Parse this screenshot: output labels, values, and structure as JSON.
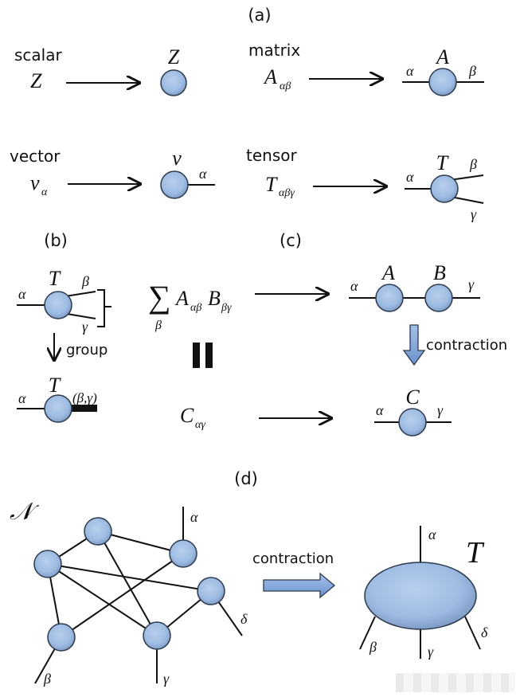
{
  "panels": {
    "a": {
      "label": "(a)",
      "scalar": {
        "caption": "scalar",
        "symbol": "Z",
        "node_label": "Z"
      },
      "matrix": {
        "caption": "matrix",
        "symbol": "A",
        "subscript": "αβ",
        "node_label": "A",
        "left_index": "α",
        "right_index": "β"
      },
      "vector": {
        "caption": "vector",
        "symbol": "v",
        "subscript": "α",
        "node_label": "v",
        "right_index": "α"
      },
      "tensor": {
        "caption": "tensor",
        "symbol": "T",
        "subscript": "αβγ",
        "node_label": "T",
        "left_index": "α",
        "upper_index": "β",
        "lower_index": "γ"
      }
    },
    "b": {
      "label": "(b)",
      "tensor_label": "T",
      "left_index": "α",
      "upper_index": "β",
      "lower_index": "γ",
      "group_label": "group",
      "grouped_tensor_label": "T",
      "grouped_left_index": "α",
      "grouped_index": "(β,γ)"
    },
    "c": {
      "label": "(c)",
      "sum_symbol": "∑",
      "sum_index": "β",
      "term_a": "A",
      "term_a_sub": "αβ",
      "term_b": "B",
      "term_b_sub": "βγ",
      "equals": "=",
      "result": "C",
      "result_sub": "αγ",
      "node_a": "A",
      "node_b": "B",
      "left_index": "α",
      "right_index": "γ",
      "contraction_label": "contraction",
      "node_c": "C",
      "c_left_index": "α",
      "c_right_index": "γ"
    },
    "d": {
      "label": "(d)",
      "network_label": "𝒩",
      "open_indices": {
        "alpha": "α",
        "beta": "β",
        "gamma": "γ",
        "delta": "δ"
      },
      "contraction_label": "contraction",
      "result_label": "T",
      "result_indices": {
        "alpha": "α",
        "beta": "β",
        "gamma": "γ",
        "delta": "δ"
      }
    }
  },
  "colors": {
    "node_fill": "#9dbbe2",
    "node_stroke": "#2c3a4e",
    "arrow_fill": "#7ea3da",
    "line": "#111111"
  }
}
